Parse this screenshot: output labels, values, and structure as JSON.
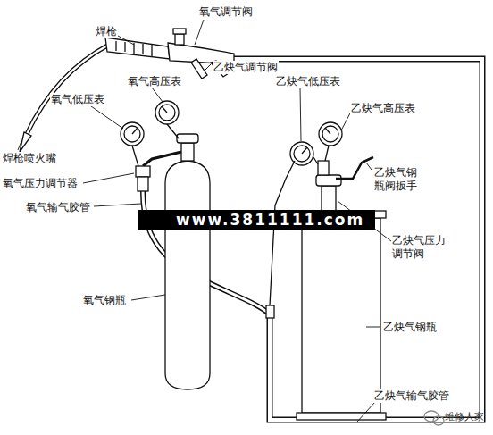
{
  "diagram": {
    "labels": [
      "焊枪",
      "氧气调节阀",
      "乙炔气调节阀",
      "氧气高压表",
      "氧气低压表",
      "乙炔气低压表",
      "乙炔气高压表",
      "焊枪喷火嘴",
      "氧气压力调节器",
      "氧气输气胶管",
      "乙炔气钢瓶阀扳手",
      "www.3811111.com",
      "乙炔气压力调节阀",
      "氧气钢瓶",
      "乙炔气钢瓶",
      "乙炔气输气胶管",
      "维修人家"
    ]
  }
}
